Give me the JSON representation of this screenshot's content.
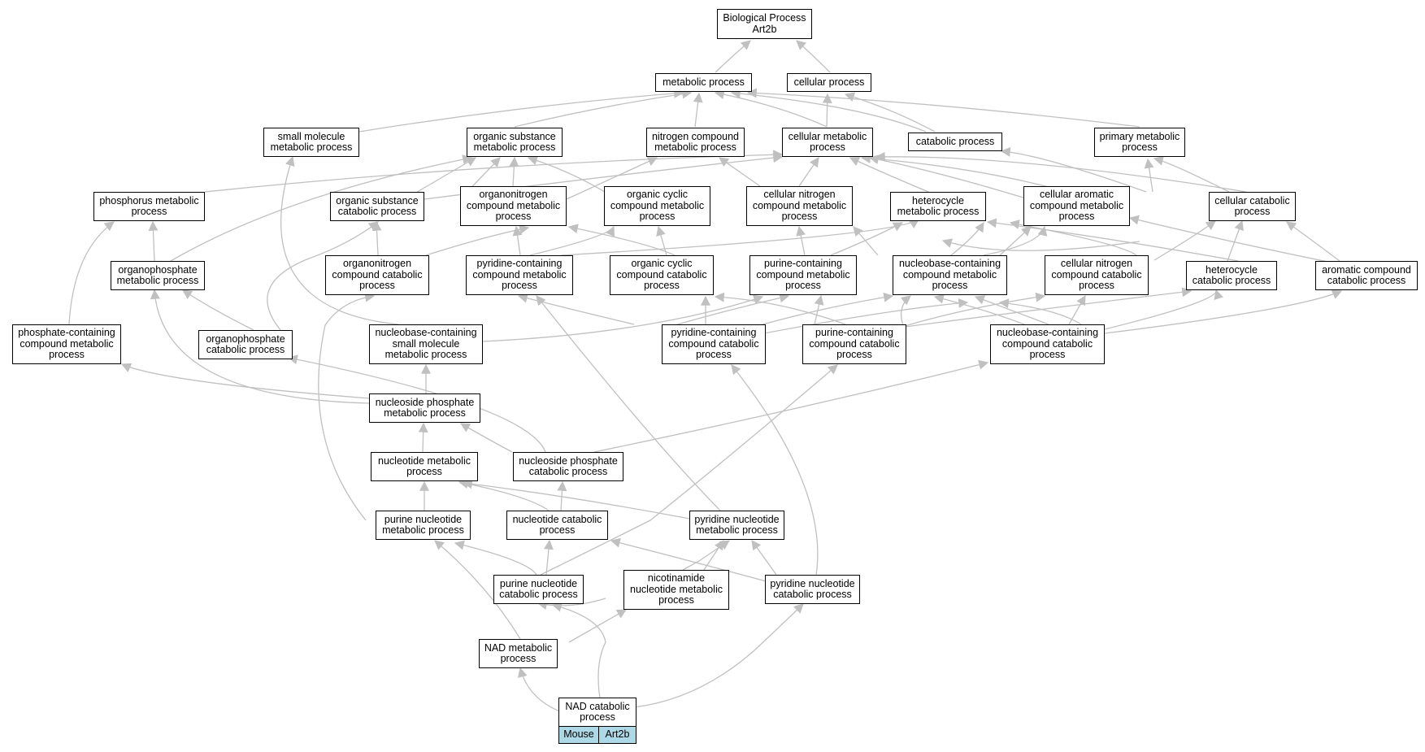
{
  "nodes": {
    "bp": [
      "Biological Process",
      "Art2b"
    ],
    "metabolic": [
      "metabolic process"
    ],
    "cellular": [
      "cellular process"
    ],
    "small_molecule": [
      "small molecule",
      "metabolic process"
    ],
    "organic_substance": [
      "organic substance",
      "metabolic process"
    ],
    "nitrogen_compound": [
      "nitrogen compound",
      "metabolic process"
    ],
    "cellular_metabolic": [
      "cellular metabolic",
      "process"
    ],
    "catabolic": [
      "catabolic process"
    ],
    "primary_metabolic": [
      "primary metabolic",
      "process"
    ],
    "phosphorus": [
      "phosphorus metabolic",
      "process"
    ],
    "organic_substance_catabolic": [
      "organic substance",
      "catabolic process"
    ],
    "organonitrogen": [
      "organonitrogen",
      "compound metabolic",
      "process"
    ],
    "organic_cyclic": [
      "organic cyclic",
      "compound metabolic",
      "process"
    ],
    "cellular_nitrogen": [
      "cellular nitrogen",
      "compound metabolic",
      "process"
    ],
    "heterocycle": [
      "heterocycle",
      "metabolic process"
    ],
    "cellular_aromatic": [
      "cellular aromatic",
      "compound metabolic",
      "process"
    ],
    "cellular_catabolic": [
      "cellular catabolic",
      "process"
    ],
    "organophosphate": [
      "organophosphate",
      "metabolic process"
    ],
    "organonitrogen_catabolic": [
      "organonitrogen",
      "compound catabolic",
      "process"
    ],
    "pyridine_containing": [
      "pyridine-containing",
      "compound metabolic",
      "process"
    ],
    "organic_cyclic_catabolic": [
      "organic cyclic",
      "compound catabolic",
      "process"
    ],
    "purine_containing": [
      "purine-containing",
      "compound metabolic",
      "process"
    ],
    "nucleobase_containing": [
      "nucleobase-containing",
      "compound metabolic",
      "process"
    ],
    "cellular_nitrogen_catabolic": [
      "cellular nitrogen",
      "compound catabolic",
      "process"
    ],
    "heterocycle_catabolic": [
      "heterocycle",
      "catabolic process"
    ],
    "aromatic_catabolic": [
      "aromatic compound",
      "catabolic process"
    ],
    "phosphate_containing": [
      "phosphate-containing",
      "compound metabolic",
      "process"
    ],
    "organophosphate_catabolic": [
      "organophosphate",
      "catabolic process"
    ],
    "nucleobase_small_molecule": [
      "nucleobase-containing",
      "small molecule",
      "metabolic process"
    ],
    "pyridine_catabolic": [
      "pyridine-containing",
      "compound catabolic",
      "process"
    ],
    "purine_catabolic": [
      "purine-containing",
      "compound catabolic",
      "process"
    ],
    "nucleobase_catabolic": [
      "nucleobase-containing",
      "compound catabolic",
      "process"
    ],
    "nucleoside_phosphate": [
      "nucleoside phosphate",
      "metabolic process"
    ],
    "nucleotide_metabolic": [
      "nucleotide metabolic",
      "process"
    ],
    "nucleoside_phosphate_catabolic": [
      "nucleoside phosphate",
      "catabolic process"
    ],
    "purine_nucleotide": [
      "purine nucleotide",
      "metabolic process"
    ],
    "nucleotide_catabolic": [
      "nucleotide catabolic",
      "process"
    ],
    "pyridine_nucleotide": [
      "pyridine nucleotide",
      "metabolic process"
    ],
    "purine_nucleotide_catabolic": [
      "purine nucleotide",
      "catabolic process"
    ],
    "nicotinamide": [
      "nicotinamide",
      "nucleotide metabolic",
      "process"
    ],
    "pyridine_nucleotide_catabolic": [
      "pyridine nucleotide",
      "catabolic process"
    ],
    "nad_metabolic": [
      "NAD metabolic",
      "process"
    ],
    "nad_catabolic": [
      "NAD catabolic",
      "process"
    ]
  },
  "legend": {
    "species": "Mouse",
    "gene": "Art2b"
  },
  "colors": {
    "edge": "#c0c0c0",
    "legend_fill": "#add8e6",
    "node_border": "#000000"
  }
}
